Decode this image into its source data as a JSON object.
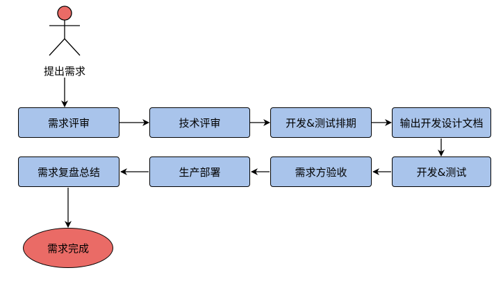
{
  "actor": {
    "label": "提出需求",
    "head_color": "#ea6b66"
  },
  "nodes": {
    "req_review": "需求评审",
    "tech_review": "技术评审",
    "dev_test_schedule": "开发&测试排期",
    "output_dev_docs": "输出开发设计文档",
    "dev_test": "开发&测试",
    "requester_acceptance": "需求方验收",
    "production_deploy": "生产部署",
    "retrospective": "需求复盘总结"
  },
  "terminal": {
    "label": "需求完成"
  },
  "colors": {
    "process_fill": "#a9c4eb",
    "terminal_fill": "#ea6b66",
    "stroke": "#000000"
  }
}
